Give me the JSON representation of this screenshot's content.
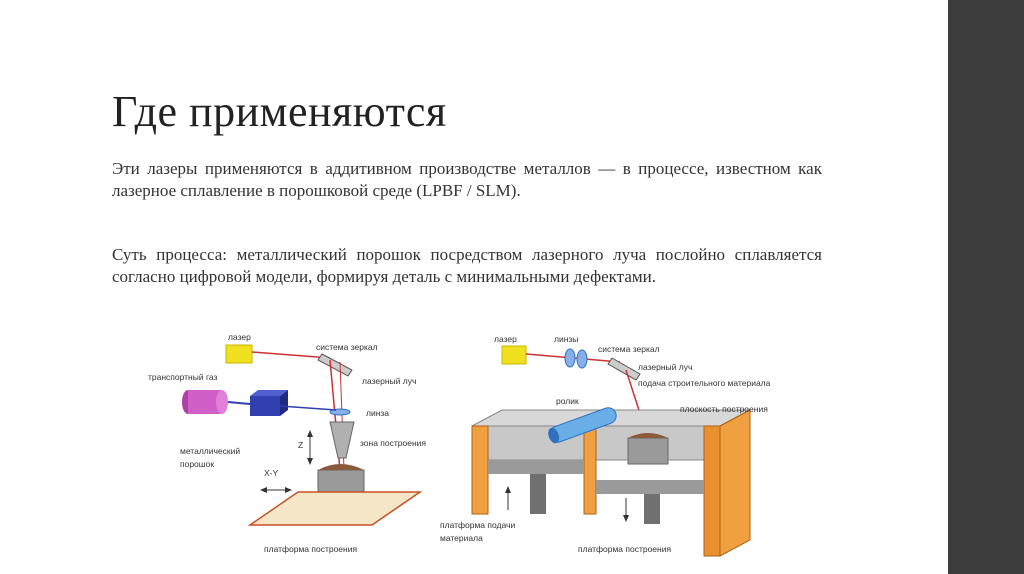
{
  "slide": {
    "title": "Где применяются",
    "paragraph1": "Эти лазеры применяются в аддитивном производстве металлов — в процессе, известном как лазерное сплавление в порошковой среде (LPBF / SLM).",
    "paragraph2": "Суть процесса: металлический порошок посредством лазерного луча послойно сплавляется согласно цифровой модели, формируя деталь с минимальными дефектами."
  },
  "diagram_left": {
    "laser": "лазер",
    "mirrors": "система зеркал",
    "transport_gas": "транспортный газ",
    "laser_beam": "лазерный луч",
    "lens": "линза",
    "metal_powder_1": "металлический",
    "metal_powder_2": "порошок",
    "z_axis": "Z",
    "build_zone": "зона построения",
    "xy_axis": "X-Y",
    "build_platform": "платформа построения"
  },
  "diagram_right": {
    "laser": "лазер",
    "lenses": "линзы",
    "mirrors": "система зеркал",
    "laser_beam": "лазерный луч",
    "material_feed": "подача строительного материала",
    "roller": "ролик",
    "build_plane": "плоскость построения",
    "feed_platform_1": "платформа подачи",
    "feed_platform_2": "материала",
    "build_platform": "платформа построения"
  },
  "colors": {
    "sidebar": "#3c3c3c",
    "laser_body": "#f0e020",
    "laser_beam": "#d03030",
    "gas_cylinder": "#d060c8",
    "powder_block": "#3040b0",
    "chamber_orange": "#f0a040",
    "roller": "#6aaee8"
  }
}
